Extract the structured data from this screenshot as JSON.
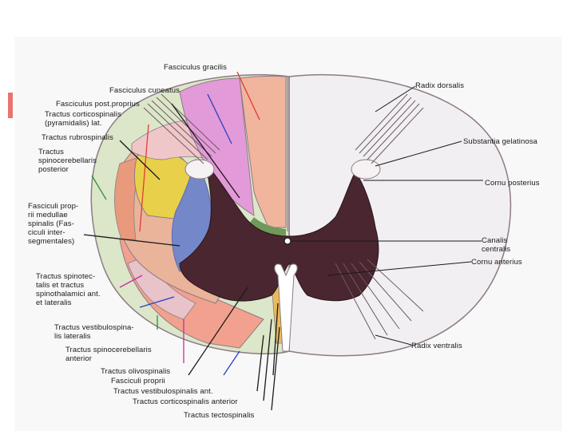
{
  "labels": {
    "fasciculus_gracilis": "Fasciculus gracilis",
    "fasciculus_cuneatus": "Fasciculus cuneatus",
    "fasciculus_post_proprius": "Fasciculus post.proprius",
    "tractus_corticospinalis_lat": "Tractus  corticospinalis\n(pyramidalis)  lat.",
    "tractus_rubrospinalis": "Tractus  rubrospinalis",
    "tractus_spinocerebellaris_posterior": "Tractus\nspinocerebellaris\nposterior",
    "fasciculi_proprii": "Fasciculi prop-\nrii  medullae\nspinalis (Fas-\nciculi  inter-\nsegmentales)",
    "tractus_spinotectalis": "Tractus  spinotec-\ntalis et  tractus\nspinothalamici ant.\net  lateralis",
    "tractus_vestibulospinalis_lateralis": "Tractus  vestibulospina-\nlis  lateralis",
    "tractus_spinocerebellaris_anterior": "Tractus  spinocerebellaris\nanterior",
    "tractus_olivospinalis": "Tractus  olivospinalis",
    "fasciculi_proprii_ant": "Fasciculi  proprii",
    "tractus_vestibulospinalis_ant": "Tractus  vestibulospinalis  ant.",
    "tractus_corticospinalis_anterior": "Tractus  corticospinalis  anterior",
    "tractus_tectospinalis": "Tractus  tectospinalis",
    "radix_dorsalis": "Radix  dorsalis",
    "substantia_gelatinosa": "Substantia  gelatinosa",
    "cornu_posterius": "Cornu  posterius",
    "canalis_centralis": "Canalis\ncentralis",
    "cornu_anterius": "Cornu  anterius",
    "radix_ventralis": "Radix  ventralis"
  },
  "colors": {
    "white_matter_right": "#f2eff2",
    "white_matter_outline": "#8c7b86",
    "gray_matter": "#4a2630",
    "fasciculus_gracilis": "#f1b49c",
    "fasciculus_cuneatus": "#e39ad8",
    "fasciculi_proprii": "#7487c9",
    "corticospinalis_lat": "#eab49a",
    "rubrospinalis": "#e99a7c",
    "spinocerebellaris_post": "#e9d04a",
    "spinocerebellaris_ant": "#f2a18e",
    "spinothalamic": "#e8c3c9",
    "anterior_tracts": "#f0a98f",
    "olivospinalis": "#eaba5a",
    "marginal": "#dce6c8",
    "lead_lines": "#1a1a1a",
    "red_line": "#e33a3a",
    "blue_line": "#2a3fbf",
    "green_line": "#2a8f3a",
    "magenta_line": "#cc2aa7"
  }
}
